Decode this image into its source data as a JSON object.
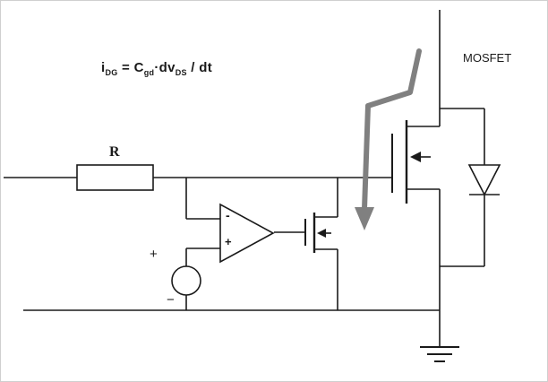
{
  "formula": {
    "part1": "i",
    "sub1": "DG",
    "part2": " = C",
    "sub2": "gd",
    "part3": "·dv",
    "sub3": "DS",
    "part4": " / dt"
  },
  "labels": {
    "mosfet": "MOSFET",
    "resistor": "R",
    "opamp_minus": "-",
    "opamp_plus": "+",
    "source_plus": "+",
    "source_minus": "−"
  },
  "colors": {
    "wire": "#1a1a1a",
    "current_arrow": "#808080",
    "background": "#ffffff"
  }
}
